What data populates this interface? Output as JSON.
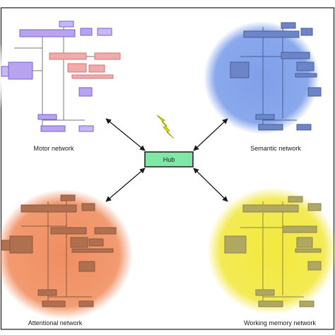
{
  "hub": {
    "label": "Hub"
  },
  "networks": {
    "motor": {
      "label": "Motor network",
      "color": "#b8a4ee",
      "dark": "#7a5fd8"
    },
    "semantic": {
      "label": "Semantic network",
      "color": "#7f9fe8",
      "dark": "#5a72b8"
    },
    "attentional": {
      "label": "Attentional network",
      "color": "#f08e62",
      "dark": "#a86a4a"
    },
    "working_memory": {
      "label": "Working memory network",
      "color": "#f3e93e",
      "dark": "#9a9058"
    }
  },
  "colors": {
    "hub_fill": "#7fe8a6",
    "hub_border": "#1a1a1a",
    "bolt": "#d9e000",
    "frame": "#1a1a1a"
  }
}
